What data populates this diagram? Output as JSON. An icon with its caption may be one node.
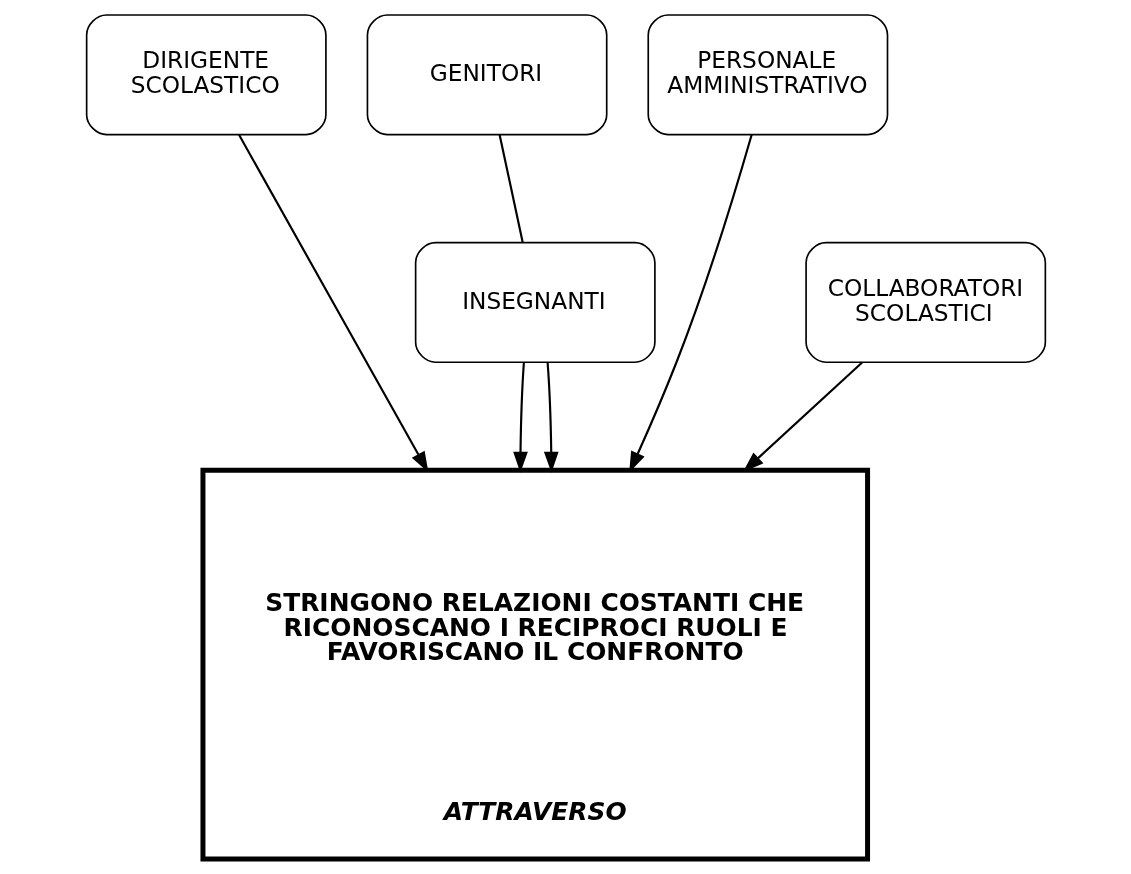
{
  "diagram": {
    "nodes": [
      {
        "text": [
          "DIRIGENTE SCOLASTICO"
        ]
      },
      {
        "text": [
          "GENITORI"
        ]
      },
      {
        "text": [
          "INSEGNANTI"
        ]
      },
      {
        "text": [
          "PERSONALE AMMINISTRATIVO"
        ]
      },
      {
        "text": [
          "COLLABORATORI SCOLASTICI"
        ]
      },
      {
        "text": [
          "STRINGONO RELAZIONI COSTANTI CHE RICONOSCANO I RECIPROCI RUOLI E FAVORISCANO IL CONFRONTO",
          "ATTRAVERSO"
        ]
      }
    ],
    "edges": [
      {
        "from": 1,
        "to": 2,
        "arrow": "none"
      },
      {
        "from": 0,
        "to": 5,
        "arrow": "to"
      },
      {
        "from": 2,
        "to": 5,
        "arrow": "to"
      },
      {
        "from": 2,
        "to": 5,
        "arrow": "to"
      },
      {
        "from": 3,
        "to": 5,
        "arrow": "to"
      },
      {
        "from": 4,
        "to": 5,
        "arrow": "to"
      }
    ]
  }
}
